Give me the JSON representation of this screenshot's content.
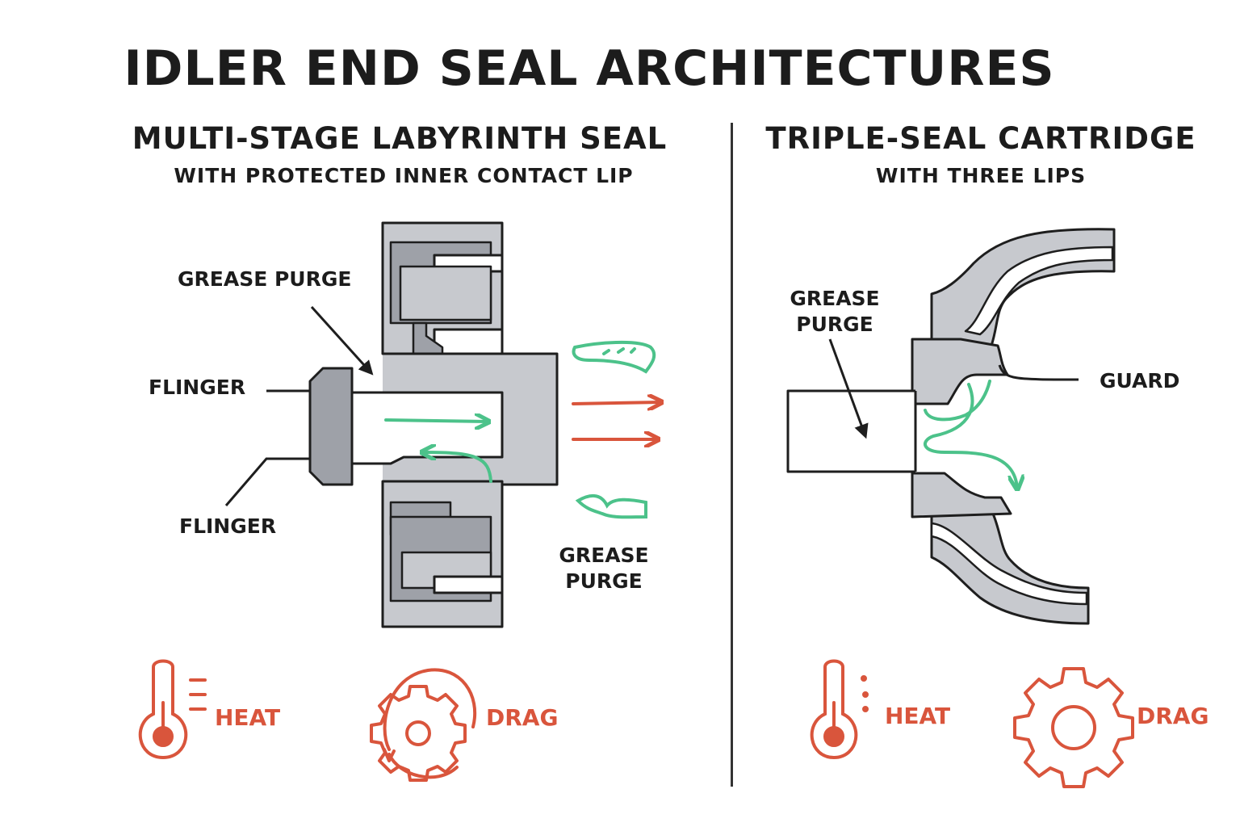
{
  "title": "IDLER END SEAL ARCHITECTURES",
  "left_panel": {
    "title": "MULTI-STAGE LABYRINTH SEAL",
    "subtitle": "WITH PROTECTED INNER CONTACT LIP",
    "labels": {
      "grease_purge_top": "GREASE PURGE",
      "flinger_top": "FLINGER",
      "flinger_bottom": "FLINGER",
      "grease_purge_right_line1": "GREASE",
      "grease_purge_right_line2": "PURGE"
    },
    "icons": [
      {
        "icon": "thermometer-icon",
        "label": "HEAT"
      },
      {
        "icon": "gear-icon",
        "label": "DRAG"
      }
    ]
  },
  "right_panel": {
    "title": "TRIPLE-SEAL CARTRIDGE",
    "subtitle": "WITH THREE LIPS",
    "labels": {
      "grease_purge_line1": "GREASE",
      "grease_purge_line2": "PURGE",
      "guard": "GUARD"
    },
    "icons": [
      {
        "icon": "thermometer-icon",
        "label": "HEAT"
      },
      {
        "icon": "gear-icon",
        "label": "DRAG"
      }
    ]
  },
  "colors": {
    "seal_gray": "#c7c9ce",
    "dark_gray": "#9ea1a8",
    "outline": "#1e1e1e",
    "flow_green": "#4cc28a",
    "warning_red": "#d9553c"
  }
}
